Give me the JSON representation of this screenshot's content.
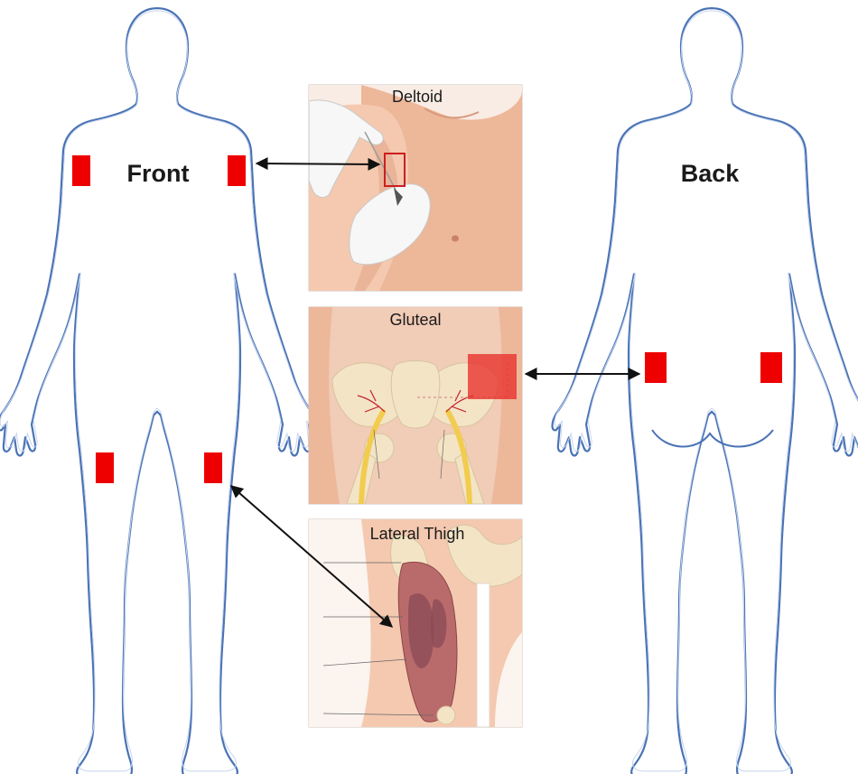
{
  "views": {
    "front": {
      "label": "Front"
    },
    "back": {
      "label": "Back"
    }
  },
  "panels": {
    "deltoid": {
      "title": "Deltoid"
    },
    "gluteal": {
      "title": "Gluteal"
    },
    "lateral_thigh": {
      "title": "Lateral Thigh"
    }
  },
  "colors": {
    "injection_site": "#ee0000",
    "body_outline": "#4a73b5",
    "arrow": "#111111"
  },
  "icons": {
    "arrow_head": "double-headed-arrow"
  }
}
